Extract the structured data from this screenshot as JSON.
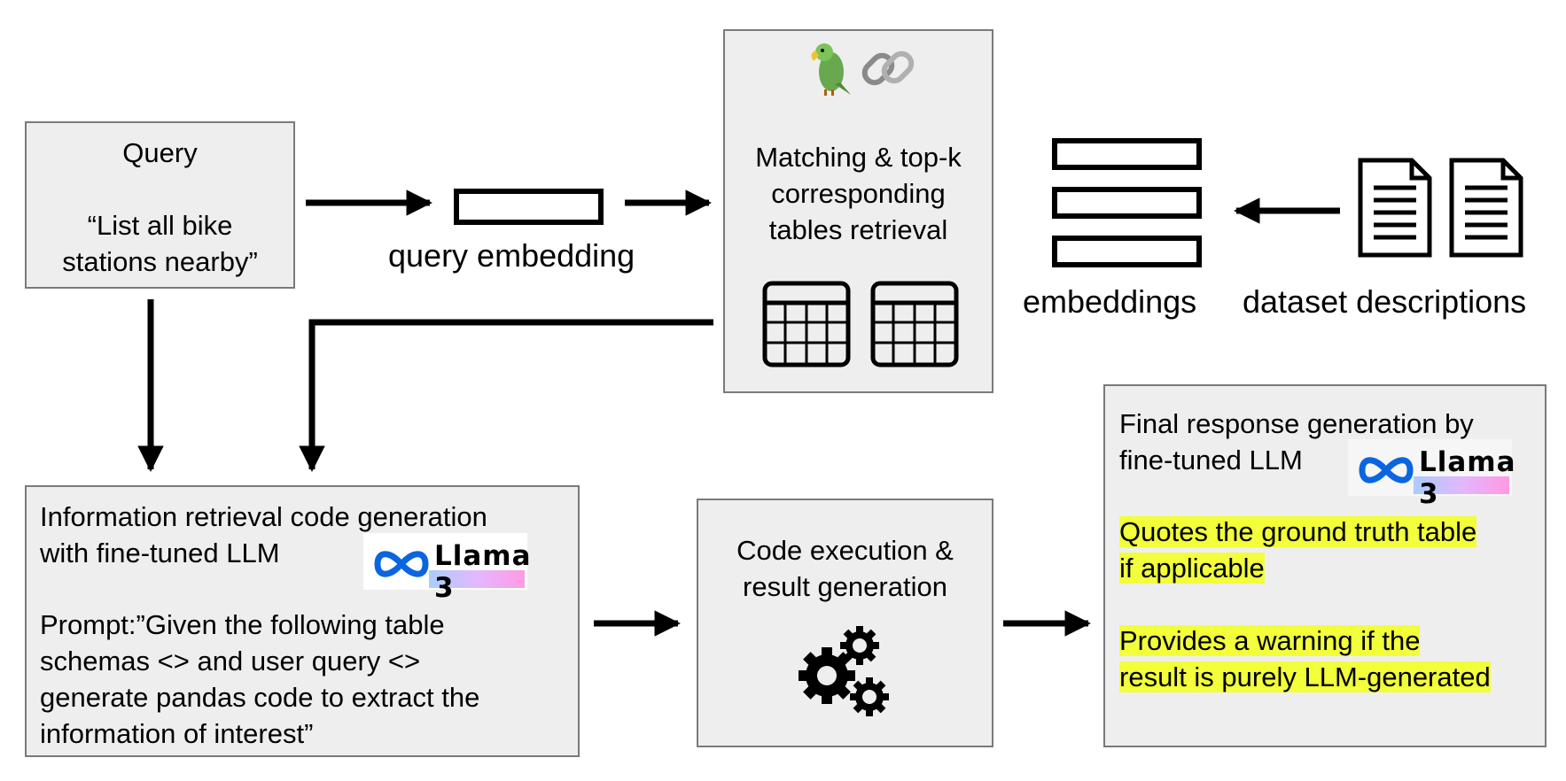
{
  "query_box": {
    "title": "Query",
    "line1": "“List all bike",
    "line2": "stations nearby”"
  },
  "query_embedding_label": "query embedding",
  "matching_box": {
    "line1": "Matching & top-k",
    "line2": "corresponding",
    "line3": "tables retrieval",
    "icons": [
      "parrot-icon",
      "chain-link-icon",
      "table-icon",
      "table-icon"
    ]
  },
  "embeddings_label": "embeddings",
  "dataset_descriptions_label": "dataset descriptions",
  "code_gen_box": {
    "line1": "Information retrieval code generation",
    "line2": "with fine-tuned LLM",
    "prompt1": "Prompt:”Given the following table",
    "prompt2": "schemas <> and user query <>",
    "prompt3": "generate pandas code to extract the",
    "prompt4": "information of interest”",
    "logo_text": "Llama 3"
  },
  "exec_box": {
    "line1": "Code execution &",
    "line2": "result generation",
    "icon": "gears-icon"
  },
  "final_box": {
    "line1": "Final response generation by",
    "line2": "fine-tuned LLM",
    "logo_text": "Llama 3",
    "hl1a": "Quotes the ground truth table",
    "hl1b": "if applicable",
    "hl2a": "Provides a warning if the",
    "hl2b": "result is purely LLM-generated"
  },
  "colors": {
    "box_fill": "#eeeeee",
    "box_border": "#7a7a7a",
    "highlight": "#f2ff3a",
    "meta_blue": "#0a66e0"
  }
}
